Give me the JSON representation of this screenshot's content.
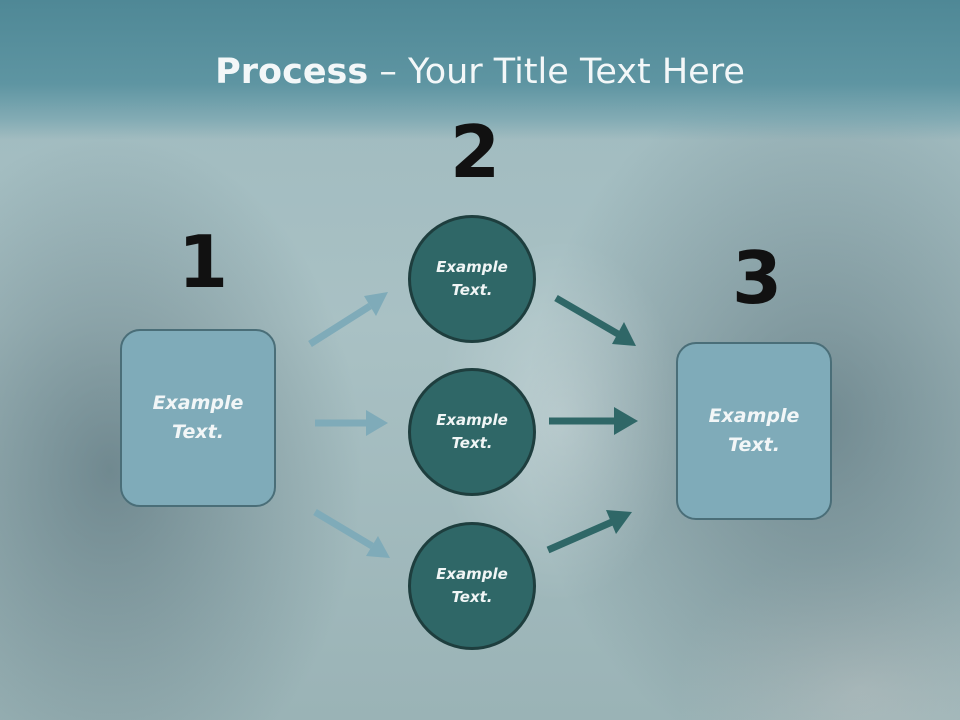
{
  "slide": {
    "title_bold": "Process",
    "title_rest": " – Your Title Text Here"
  },
  "steps": {
    "one": {
      "number": "1",
      "text": "Example Text."
    },
    "two": {
      "number": "2",
      "circles": [
        {
          "text": "Example Text."
        },
        {
          "text": "Example Text."
        },
        {
          "text": "Example Text."
        }
      ]
    },
    "three": {
      "number": "3",
      "text": "Example Text."
    }
  },
  "colors": {
    "light_arrow": "#7fabb9",
    "dark_arrow": "#2f6767",
    "box_fill": "#7fabb9",
    "circle_fill": "#2f6767"
  }
}
